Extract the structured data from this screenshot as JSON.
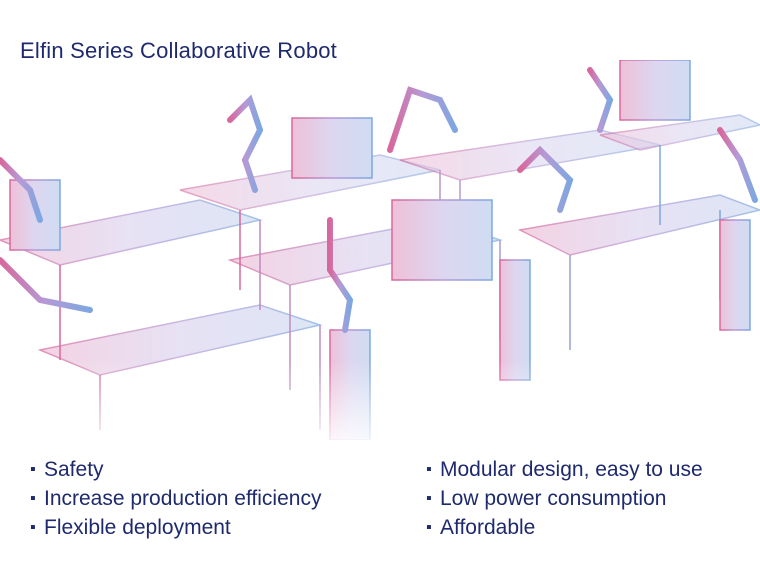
{
  "title": "Elfin Series Collaborative Robot",
  "features_left": [
    "Safety",
    "Increase production efficiency",
    "Flexible deployment"
  ],
  "features_right": [
    "Modular design, easy to use",
    "Low power consumption",
    "Affordable"
  ],
  "colors": {
    "title": "#1f2a6e",
    "gradient_start": "#d8679c",
    "gradient_end": "#7ea7e0"
  }
}
